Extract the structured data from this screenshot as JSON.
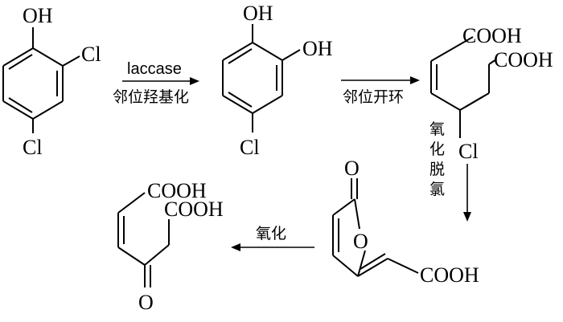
{
  "atoms": {
    "oh": "OH",
    "cl": "Cl",
    "cooh": "COOH",
    "o": "O"
  },
  "steps": {
    "step1_top": "laccase",
    "step1_bottom": "邻位羟基化",
    "step2": "邻位开环",
    "step3_chars": [
      "氧",
      "化",
      "脱",
      "氯"
    ],
    "step4": "氧化"
  }
}
